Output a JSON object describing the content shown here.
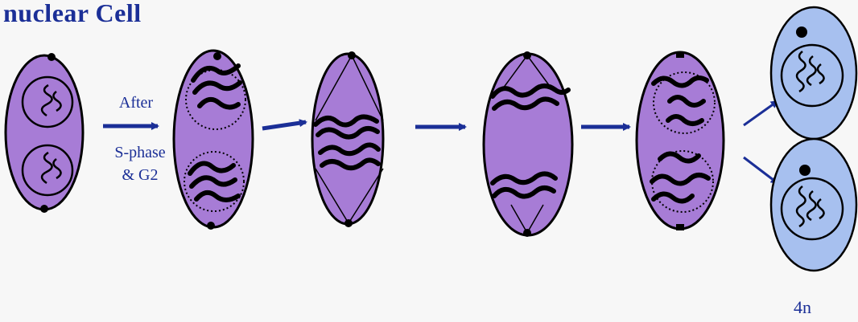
{
  "title": "nuclear Cell",
  "arrow_label": {
    "line1": "After",
    "line2": "S-phase",
    "line3": "& G2"
  },
  "ploidy_label": "4n",
  "colors": {
    "cell_purple": "#a77cd6",
    "daughter_blue": "#a7c0ef",
    "arrow": "#1b2f97",
    "outline": "#000000"
  }
}
